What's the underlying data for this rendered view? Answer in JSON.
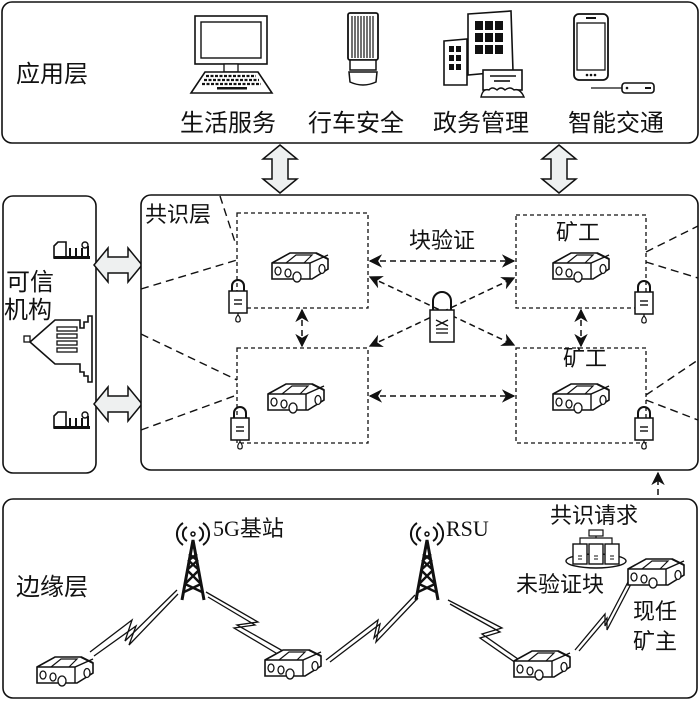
{
  "diagram": {
    "application_layer": {
      "title": "应用层",
      "services": [
        {
          "label": "生活服务",
          "icon": "desktop-computer-icon"
        },
        {
          "label": "行车安全",
          "icon": "truck-top-view-icon"
        },
        {
          "label": "政务管理",
          "icon": "government-building-icon"
        },
        {
          "label": "智能交通",
          "icon": "smartphone-icon"
        }
      ]
    },
    "trusted_authority": {
      "title_line1": "可信",
      "title_line2": "机构"
    },
    "consensus_layer": {
      "title": "共识层",
      "block_verify_label": "块验证",
      "miner_label_top": "矿工",
      "miner_label_bottom": "矿工"
    },
    "edge_layer": {
      "title": "边缘层",
      "base_station_label": "5G基站",
      "rsu_label": "RSU",
      "consensus_request_label": "共识请求",
      "unverified_block_label": "未验证块",
      "current_miner_line1": "现任",
      "current_miner_line2": "矿主"
    },
    "colors": {
      "line": "#111111",
      "arrow_fill": "#eef0f0",
      "background": "#ffffff"
    }
  }
}
